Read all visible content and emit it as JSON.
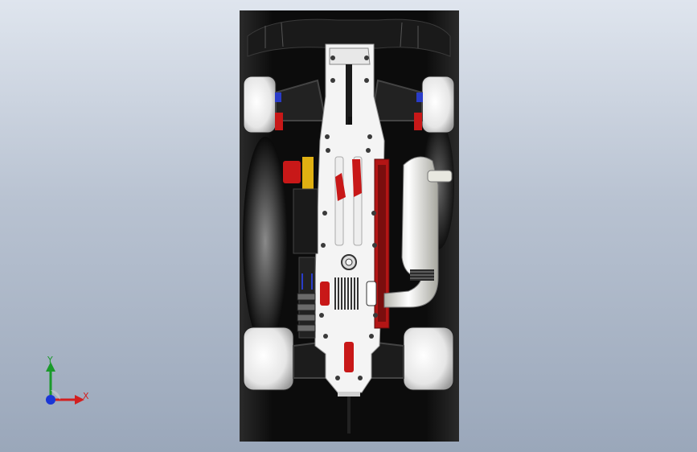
{
  "viewport": {
    "background_top": "#dfe5ee",
    "background_bottom": "#9aa7ba"
  },
  "model": {
    "description_icon": "rc-car-chassis-top-view",
    "body_color": "#111111",
    "chassis_color": "#f4f4f4",
    "accent_color": "#c81818",
    "tire_color": "#ececec"
  },
  "triad": {
    "x_label": "X",
    "y_label": "Y",
    "x_color": "#d21f1f",
    "y_color": "#1a9a2a",
    "z_color": "#1a36d6"
  }
}
